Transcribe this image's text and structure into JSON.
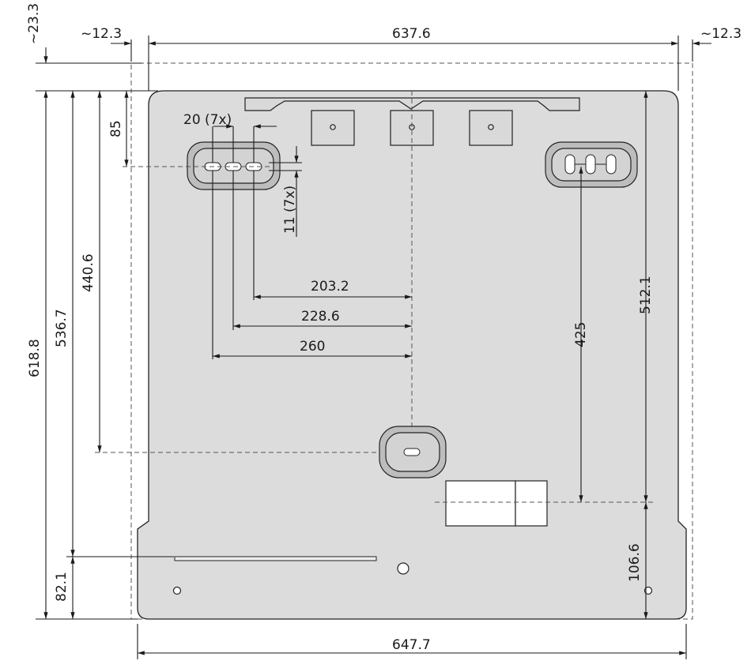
{
  "drawing": {
    "dimensions": {
      "gap_left": "~12.3",
      "gap_right": "~12.3",
      "top_offset": "~23.3",
      "inner_width": "637.6",
      "outer_width": "647.7",
      "total_height": "618.8",
      "height_536": "536.7",
      "height_440": "440.6",
      "top_85": "85",
      "pitch": "20 (7x)",
      "slot_height": "11 (7x)",
      "dist_203": "203.2",
      "dist_228": "228.6",
      "dist_260": "260",
      "right_512": "512.1",
      "right_425": "425",
      "right_106": "106.6",
      "bottom_82": "82.1"
    }
  }
}
